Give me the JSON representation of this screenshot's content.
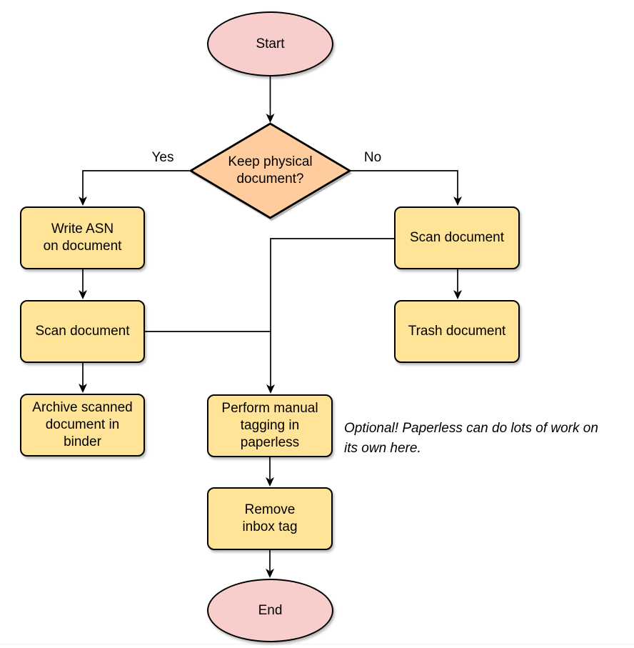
{
  "palette": {
    "terminator_fill": "#F8CECC",
    "decision_fill": "#FFCC9E",
    "process_fill": "#FFE498",
    "stroke": "#000000",
    "background": "#ffffff",
    "bottom_divider": "#eff1f4"
  },
  "nodes": {
    "start": {
      "type": "terminator",
      "label": "Start"
    },
    "decision": {
      "type": "decision",
      "label": "Keep physical\ndocument?"
    },
    "write_asn": {
      "type": "process",
      "label": "Write ASN\non document"
    },
    "scan_left": {
      "type": "process",
      "label": "Scan document"
    },
    "archive": {
      "type": "process",
      "label": "Archive scanned\ndocument in\nbinder"
    },
    "scan_right": {
      "type": "process",
      "label": "Scan document"
    },
    "trash": {
      "type": "process",
      "label": "Trash document"
    },
    "tagging": {
      "type": "process",
      "label": "Perform manual\ntagging in\npaperless"
    },
    "remove_inbox": {
      "type": "process",
      "label": "Remove\ninbox tag"
    },
    "end": {
      "type": "terminator",
      "label": "End"
    }
  },
  "edge_labels": {
    "yes": "Yes",
    "no": "No"
  },
  "note": {
    "text": "Optional! Paperless can do lots of work on\nits own here."
  }
}
